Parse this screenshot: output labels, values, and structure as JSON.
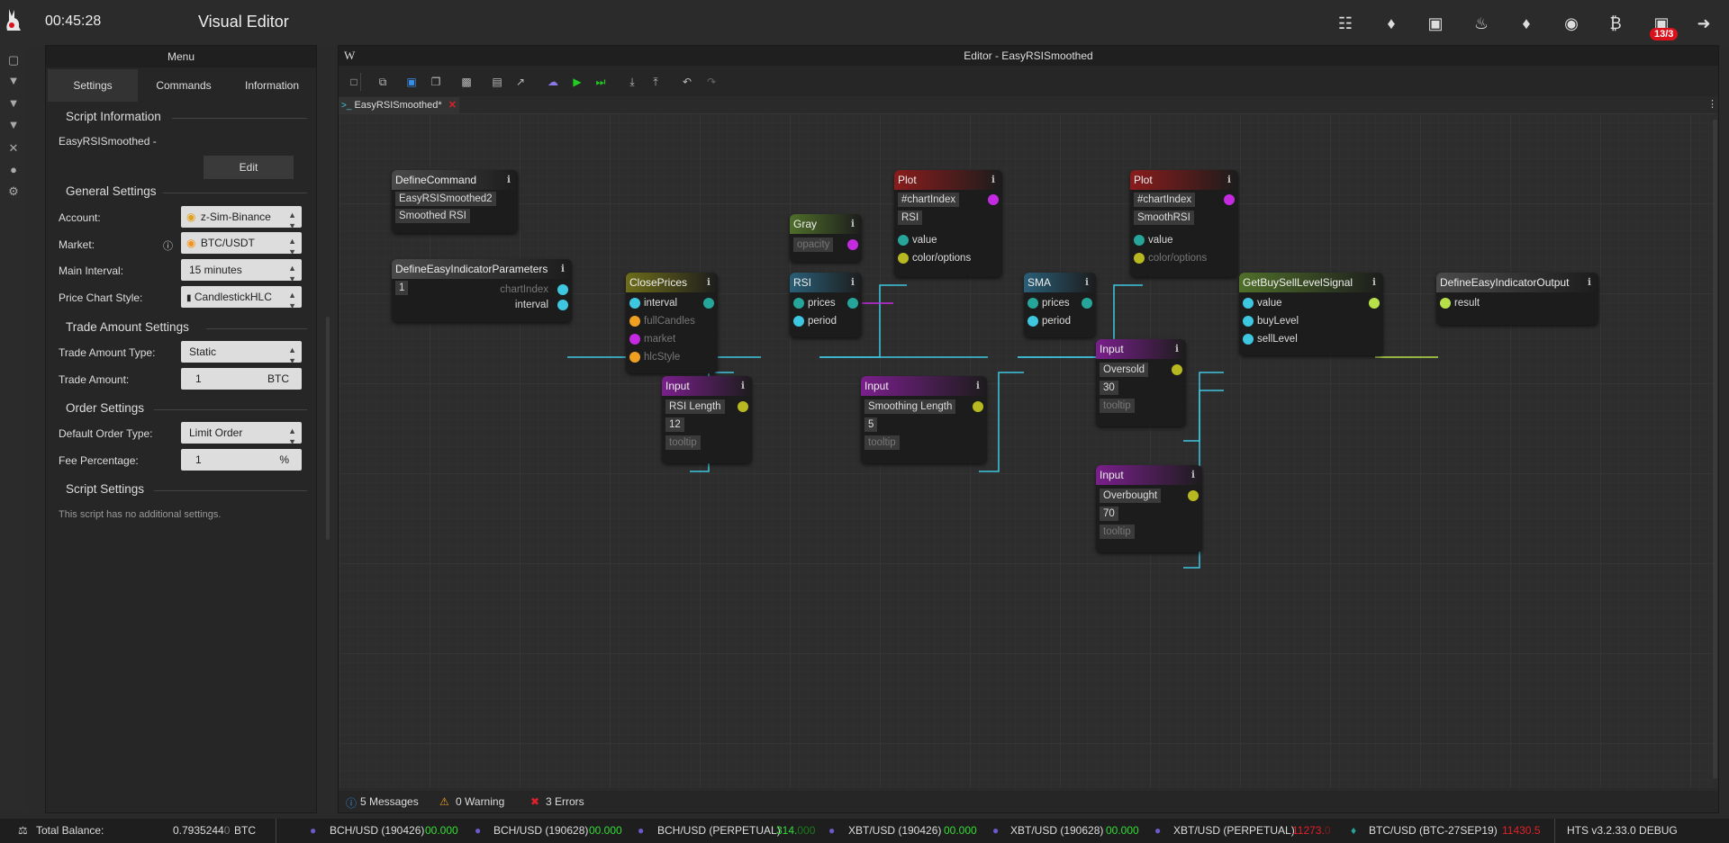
{
  "topbar": {
    "clock": "00:45:28",
    "title": "Visual Editor",
    "badge": "13/3"
  },
  "menu": {
    "header": "Menu",
    "tabs": [
      "Settings",
      "Commands",
      "Information"
    ],
    "script_info": {
      "heading": "Script Information",
      "name": "EasyRSISmoothed -",
      "edit_label": "Edit"
    },
    "general": {
      "heading": "General Settings",
      "account_label": "Account:",
      "account_value": "z-Sim-Binance",
      "market_label": "Market:",
      "market_value": "BTC/USDT",
      "interval_label": "Main Interval:",
      "interval_value": "15 minutes",
      "chart_label": "Price Chart Style:",
      "chart_value": "CandlestickHLC"
    },
    "trade": {
      "heading": "Trade Amount Settings",
      "type_label": "Trade Amount Type:",
      "type_value": "Static",
      "amount_label": "Trade Amount:",
      "amount_value": "1",
      "amount_unit": "BTC"
    },
    "order": {
      "heading": "Order Settings",
      "type_label": "Default Order Type:",
      "type_value": "Limit Order",
      "fee_label": "Fee Percentage:",
      "fee_value": "1",
      "fee_unit": "%"
    },
    "script": {
      "heading": "Script Settings",
      "note": "This script has no additional settings."
    }
  },
  "editor": {
    "title": "Editor - EasyRSISmoothed",
    "logo": "W",
    "file_tab": "EasyRSISmoothed*",
    "status": {
      "messages": "5 Messages",
      "warnings": "0 Warning",
      "errors": "3 Errors"
    },
    "nodes": {
      "definecommand": {
        "title": "DefineCommand",
        "v1": "EasyRSISmoothed2",
        "v2": "Smoothed RSI"
      },
      "params": {
        "title": "DefineEasyIndicatorParameters",
        "v1": "1",
        "p1": "chartIndex",
        "p2": "interval"
      },
      "close": {
        "title": "ClosePrices",
        "p1": "interval",
        "p2": "fullCandles",
        "p3": "market",
        "p4": "hlcStyle"
      },
      "gray": {
        "title": "Gray",
        "v1": "opacity"
      },
      "rsi": {
        "title": "RSI",
        "p1": "prices",
        "p2": "period"
      },
      "plot1": {
        "title": "Plot",
        "v1": "#chartIndex",
        "v2": "RSI",
        "p1": "value",
        "p2": "color/options"
      },
      "sma": {
        "title": "SMA",
        "p1": "prices",
        "p2": "period"
      },
      "plot2": {
        "title": "Plot",
        "v1": "#chartIndex",
        "v2": "SmoothRSI",
        "p1": "value",
        "p2": "color/options"
      },
      "signal": {
        "title": "GetBuySellLevelSignal",
        "p1": "value",
        "p2": "buyLevel",
        "p3": "sellLevel"
      },
      "output": {
        "title": "DefineEasyIndicatorOutput",
        "p1": "result"
      },
      "input1": {
        "title": "Input",
        "v1": "RSI Length",
        "v2": "12",
        "v3": "tooltip"
      },
      "input2": {
        "title": "Input",
        "v1": "Smoothing Length",
        "v2": "5",
        "v3": "tooltip"
      },
      "input3": {
        "title": "Input",
        "v1": "Oversold",
        "v2": "30",
        "v3": "tooltip"
      },
      "input4": {
        "title": "Input",
        "v1": "Overbought",
        "v2": "70",
        "v3": "tooltip"
      }
    }
  },
  "bottombar": {
    "balance_label": "Total Balance:",
    "balance_value": "0.7935244",
    "balance_value_dim": "0",
    "balance_unit": "BTC",
    "tickers": [
      {
        "name": "BCH/USD (190426)",
        "value": "00.000",
        "color": "#33dd33"
      },
      {
        "name": "BCH/USD (190628)",
        "value": "00.000",
        "color": "#33dd33"
      },
      {
        "name": "BCH/USD (PERPETUAL)",
        "value": "314.",
        "value_dim": "000",
        "color": "#33dd33"
      },
      {
        "name": "XBT/USD (190426)",
        "value": "00.000",
        "color": "#33dd33"
      },
      {
        "name": "XBT/USD (190628)",
        "value": "00.000",
        "color": "#33dd33"
      },
      {
        "name": "XBT/USD (PERPETUAL)",
        "value": "11273.",
        "value_dim": "0",
        "color": "#e0202a"
      },
      {
        "name": "BTC/USD (BTC-27SEP19)",
        "value": "11430.5",
        "color": "#e0202a"
      }
    ],
    "version": "HTS v3.2.33.0 DEBUG"
  },
  "colors": {
    "input": "#7a1f8c",
    "plot": "#8a1c1c",
    "rsi": "#2a5f78",
    "close": "#6d6d1a",
    "gray": "#4f6f2a",
    "signal": "#4f6f2a",
    "neutral": "#4a4a4a",
    "cyan": "#3ec7e0",
    "teal": "#26a69a",
    "yellowgreen": "#b8e04a",
    "wire": "#3ec7e0"
  }
}
